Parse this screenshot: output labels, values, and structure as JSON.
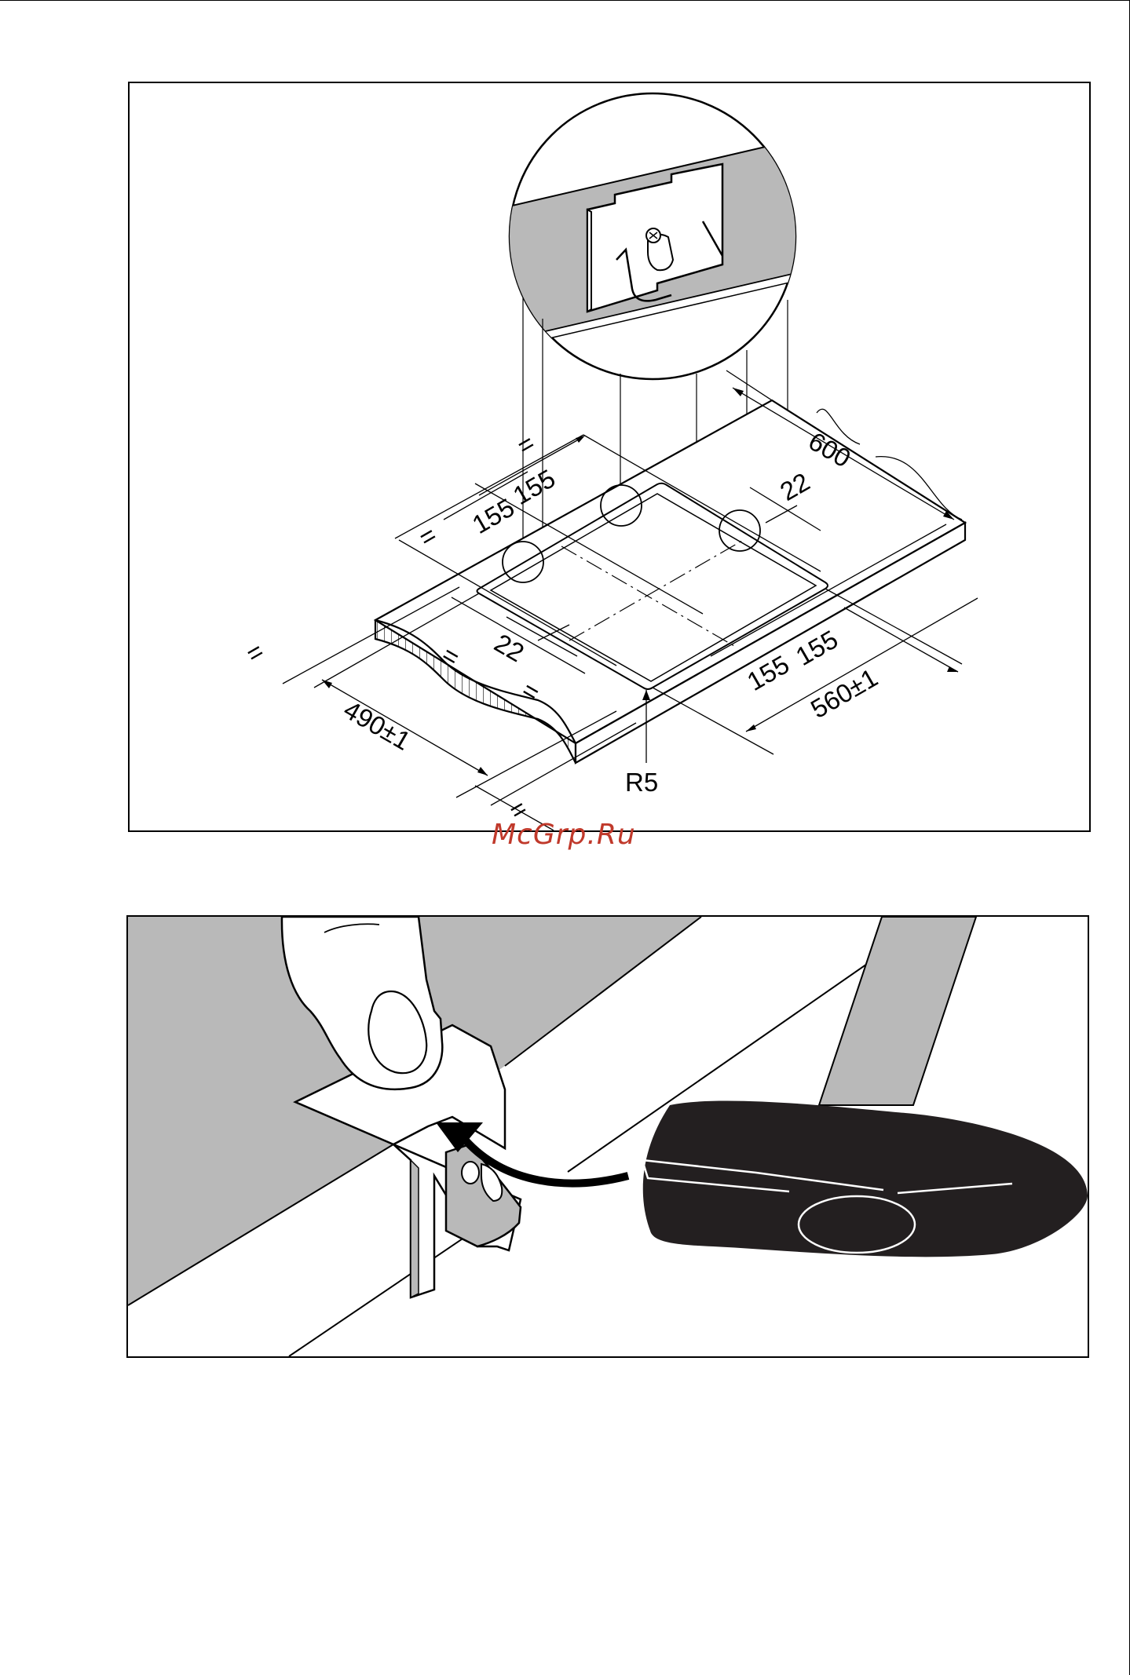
{
  "figure1": {
    "dimensions": {
      "width": "600",
      "cutout_width": "560±1",
      "cutout_depth": "490±1",
      "clip_spacing_a": "155",
      "clip_spacing_b": "155",
      "clip_spacing_c": "155",
      "clip_spacing_d": "155",
      "edge_offset_top": "22",
      "edge_offset_left": "22",
      "corner_radius": "R5",
      "equal_mark": "="
    }
  },
  "figure2": {},
  "watermark": "McGrp.Ru",
  "colors": {
    "line": "#000000",
    "gray_fill": "#b9b9b9",
    "hammer": "#231f20",
    "watermark": "#c0392b"
  }
}
